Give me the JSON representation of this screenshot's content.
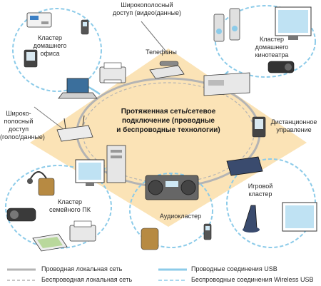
{
  "title": "",
  "center_label": [
    "Протяженная сеть/сетевое",
    "подключение (проводные",
    "и беспроводные технологии)"
  ],
  "clusters": {
    "home_office": [
      "Кластер",
      "домашнего",
      "офиса"
    ],
    "home_theater": [
      "Кластер",
      "домашнего",
      "кинотеатра"
    ],
    "family_pc": [
      "Кластер",
      "семейного ПК"
    ],
    "gaming": [
      "Игровой",
      "кластер"
    ],
    "audio": [
      "Аудиокластер"
    ]
  },
  "access": {
    "broadband_video": [
      "Широкополосный",
      "доступ (видео/данные)"
    ],
    "broadband_voice": [
      "Широко-",
      "полосный",
      "доступ",
      "(голос/данные)"
    ]
  },
  "labels": {
    "phones": "Телефоны",
    "remote_control": [
      "Дистанционное",
      "управление"
    ]
  },
  "legend": {
    "wired_lan": "Проводная локальная сеть",
    "wireless_lan": "Беспроводная локальная сеть",
    "wired_usb": "Проводные соединения USB",
    "wireless_usb": "Беспроводные соединения Wireless USB"
  },
  "colors": {
    "diamond": "#fbe3b6",
    "wired_lan": "#b4b4b4",
    "usb": "#8ccbe9",
    "text": "#2a2a2a"
  }
}
